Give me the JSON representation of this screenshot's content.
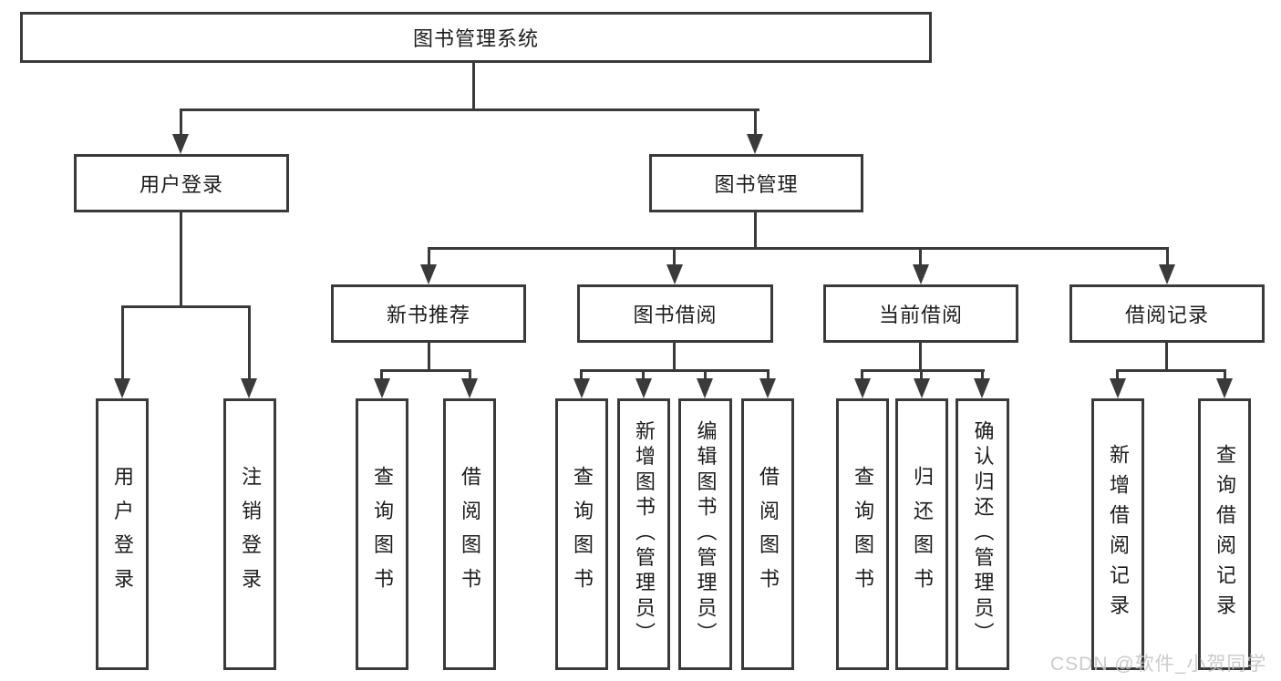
{
  "colors": {
    "line": "#3a3a3a",
    "text": "#1c1c1c",
    "background": "#ffffff",
    "watermark": "#c6c6c6"
  },
  "tree": {
    "label": "图书管理系统",
    "children": [
      {
        "label": "用户登录",
        "children": [
          {
            "label": "用户登录"
          },
          {
            "label": "注销登录"
          }
        ]
      },
      {
        "label": "图书管理",
        "children": [
          {
            "label": "新书推荐",
            "children": [
              {
                "label": "查询图书"
              },
              {
                "label": "借阅图书"
              }
            ]
          },
          {
            "label": "图书借阅",
            "children": [
              {
                "label": "查询图书"
              },
              {
                "label": "新增图书（管理员）"
              },
              {
                "label": "编辑图书（管理员）"
              },
              {
                "label": "借阅图书"
              }
            ]
          },
          {
            "label": "当前借阅",
            "children": [
              {
                "label": "查询图书"
              },
              {
                "label": "归还图书"
              },
              {
                "label": "确认归还（管理员）"
              }
            ]
          },
          {
            "label": "借阅记录",
            "children": [
              {
                "label": "新增借阅记录"
              },
              {
                "label": "查询借阅记录"
              }
            ]
          }
        ]
      }
    ]
  },
  "watermark": "CSDN @软件_小贺同学"
}
